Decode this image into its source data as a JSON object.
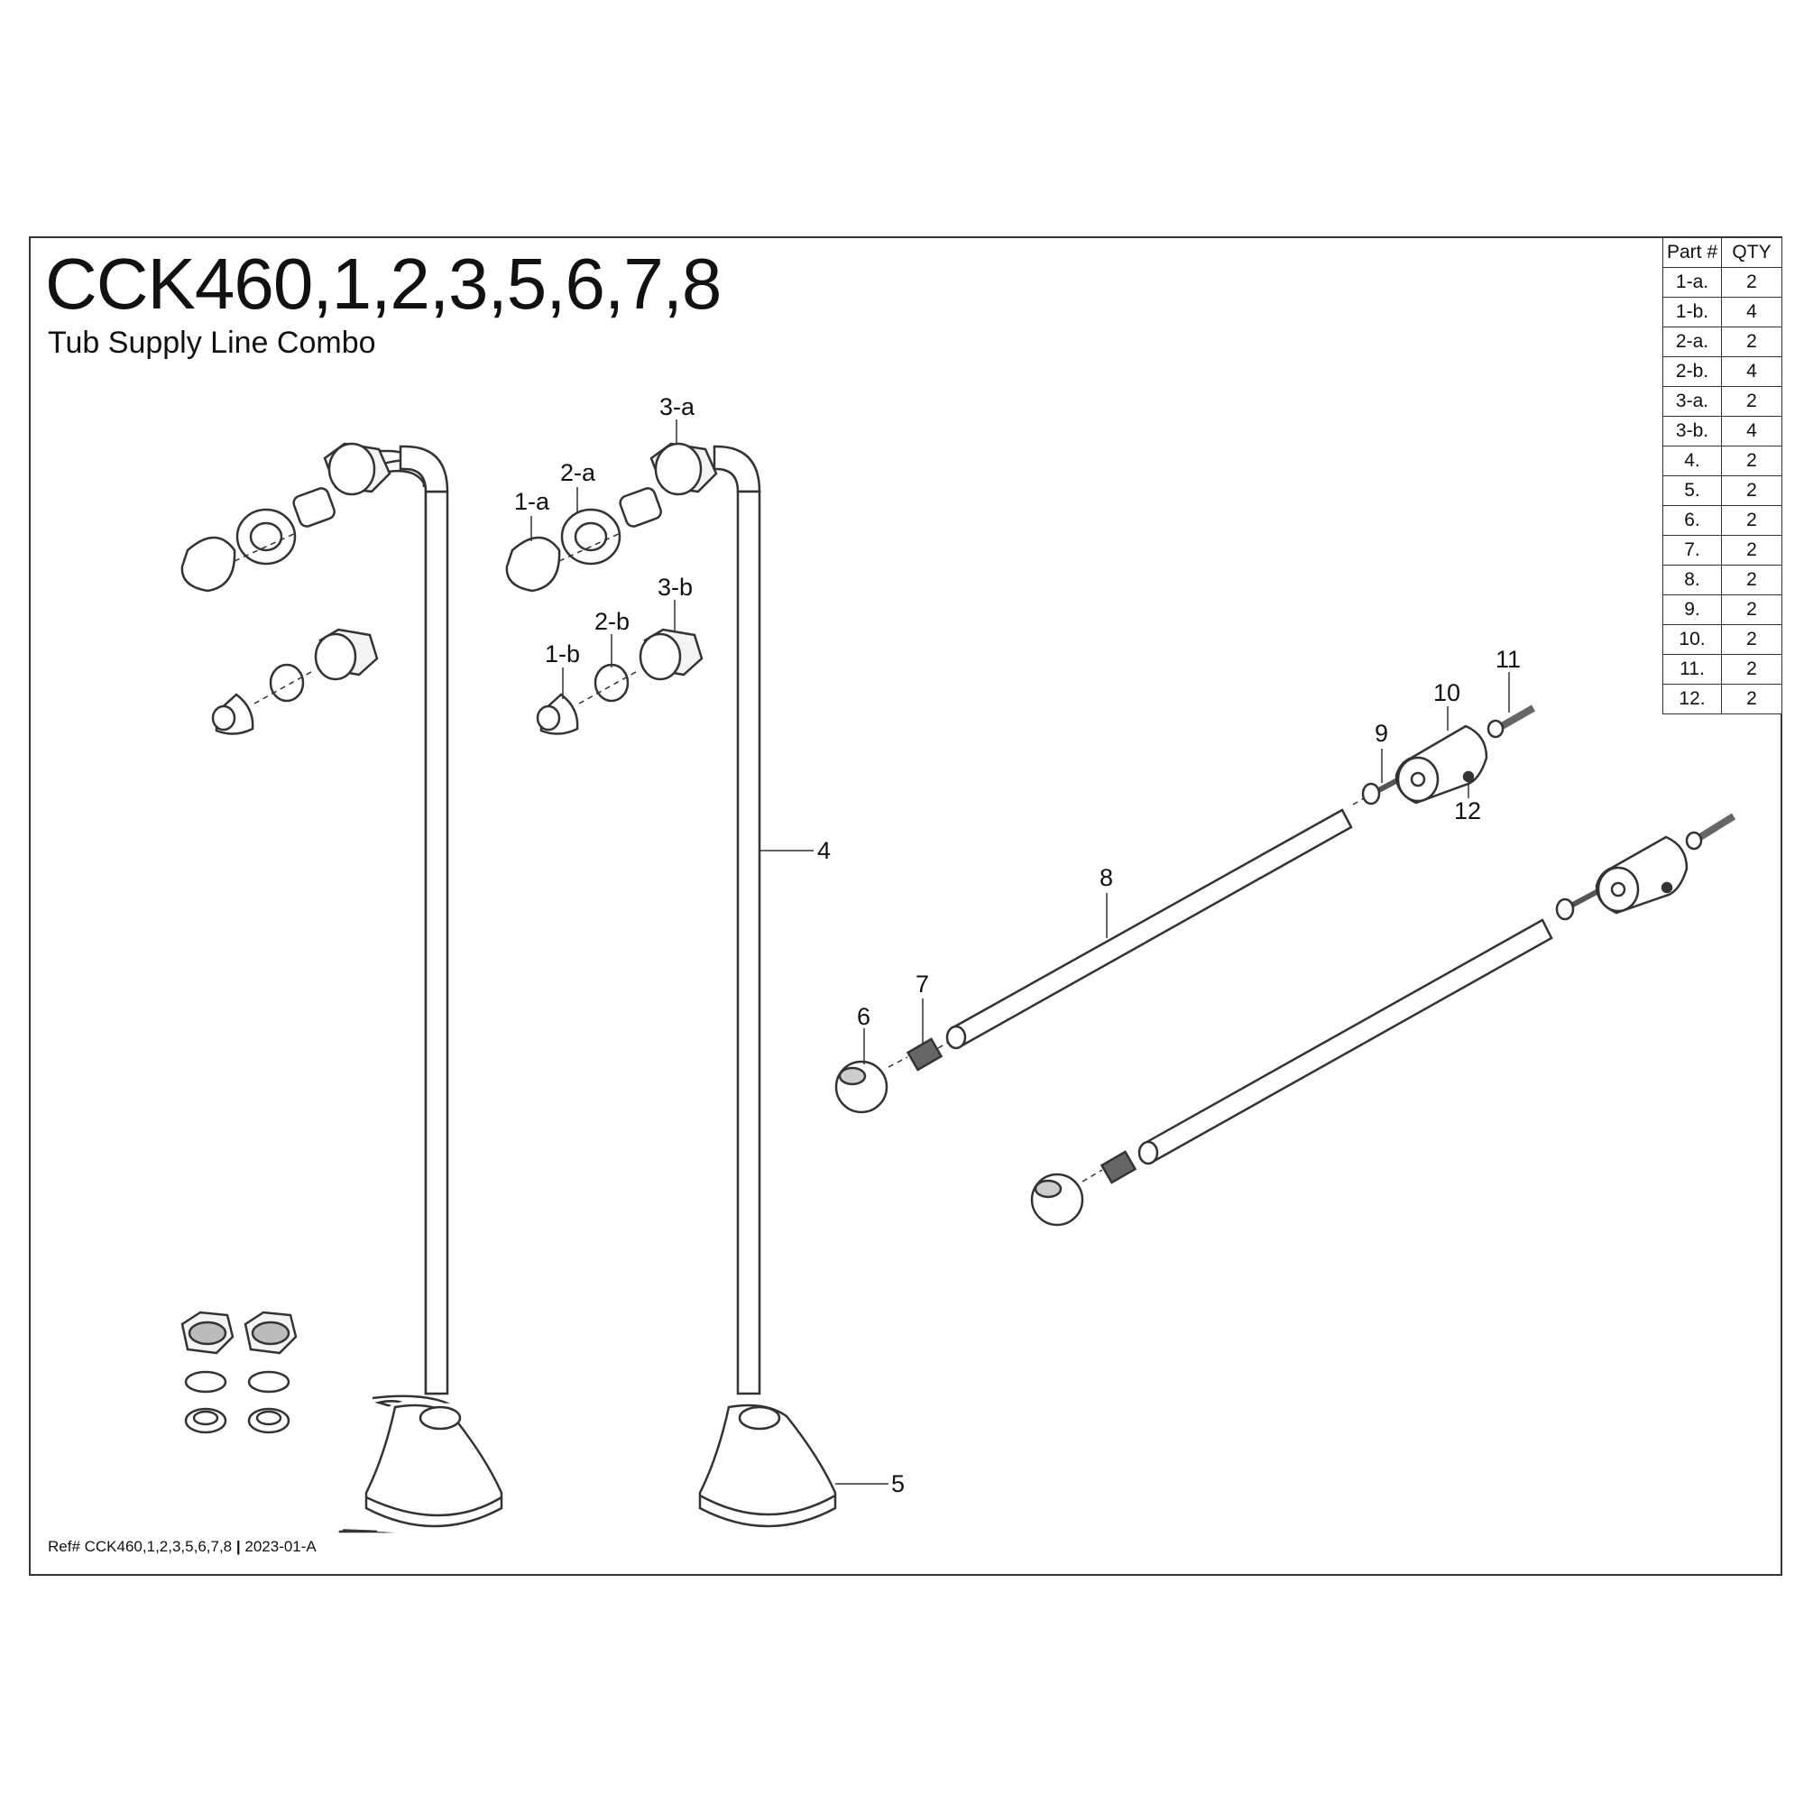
{
  "header": {
    "title": "CCK460,1,2,3,5,6,7,8",
    "subtitle": "Tub Supply Line Combo"
  },
  "footer": {
    "ref_prefix": "Ref# CCK460,1,2,3,5,6,7,8",
    "separator": "|",
    "revision": "2023-01-A"
  },
  "parts_table": {
    "headers": [
      "Part #",
      "QTY"
    ],
    "rows": [
      {
        "part": "1-a.",
        "qty": "2"
      },
      {
        "part": "1-b.",
        "qty": "4"
      },
      {
        "part": "2-a.",
        "qty": "2"
      },
      {
        "part": "2-b.",
        "qty": "4"
      },
      {
        "part": "3-a.",
        "qty": "2"
      },
      {
        "part": "3-b.",
        "qty": "4"
      },
      {
        "part": "4.",
        "qty": "2"
      },
      {
        "part": "5.",
        "qty": "2"
      },
      {
        "part": "6.",
        "qty": "2"
      },
      {
        "part": "7.",
        "qty": "2"
      },
      {
        "part": "8.",
        "qty": "2"
      },
      {
        "part": "9.",
        "qty": "2"
      },
      {
        "part": "10.",
        "qty": "2"
      },
      {
        "part": "11.",
        "qty": "2"
      },
      {
        "part": "12.",
        "qty": "2"
      }
    ]
  },
  "callouts": {
    "c1a": "1-a",
    "c2a": "2-a",
    "c3a": "3-a",
    "c1b": "1-b",
    "c2b": "2-b",
    "c3b": "3-b",
    "c4": "4",
    "c5": "5",
    "c6": "6",
    "c7": "7",
    "c8": "8",
    "c9": "9",
    "c10": "10",
    "c11": "11",
    "c12": "12"
  }
}
